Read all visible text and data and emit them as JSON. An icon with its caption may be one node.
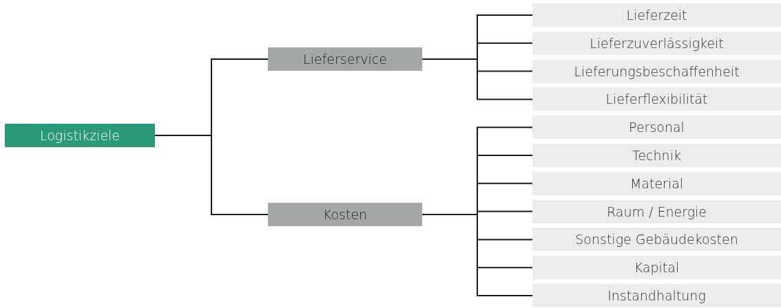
{
  "diagram": {
    "nodes": [
      {
        "text": [
          "Logistikziele"
        ]
      },
      {
        "text": [
          "Lieferservice"
        ]
      },
      {
        "text": [
          "Kosten"
        ]
      },
      {
        "text": [
          "Lieferzeit"
        ]
      },
      {
        "text": [
          "Lieferzuverlässigkeit"
        ]
      },
      {
        "text": [
          "Lieferungsbeschaffenheit"
        ]
      },
      {
        "text": [
          "Lieferflexibilität"
        ]
      },
      {
        "text": [
          "Personal"
        ]
      },
      {
        "text": [
          "Technik"
        ]
      },
      {
        "text": [
          "Material"
        ]
      },
      {
        "text": [
          "Raum / Energie"
        ]
      },
      {
        "text": [
          "Sonstige Gebäudekosten"
        ]
      },
      {
        "text": [
          "Kapital"
        ]
      },
      {
        "text": [
          "Instandhaltung"
        ]
      }
    ],
    "edges": [
      {
        "from": 0,
        "to": 1,
        "arrow": "none"
      },
      {
        "from": 0,
        "to": 2,
        "arrow": "none"
      },
      {
        "from": 1,
        "to": 3,
        "arrow": "none"
      },
      {
        "from": 1,
        "to": 4,
        "arrow": "none"
      },
      {
        "from": 1,
        "to": 5,
        "arrow": "none"
      },
      {
        "from": 1,
        "to": 6,
        "arrow": "none"
      },
      {
        "from": 2,
        "to": 7,
        "arrow": "none"
      },
      {
        "from": 2,
        "to": 8,
        "arrow": "none"
      },
      {
        "from": 2,
        "to": 9,
        "arrow": "none"
      },
      {
        "from": 2,
        "to": 10,
        "arrow": "none"
      },
      {
        "from": 2,
        "to": 11,
        "arrow": "none"
      },
      {
        "from": 2,
        "to": 12,
        "arrow": "none"
      },
      {
        "from": 2,
        "to": 13,
        "arrow": "none"
      }
    ]
  }
}
